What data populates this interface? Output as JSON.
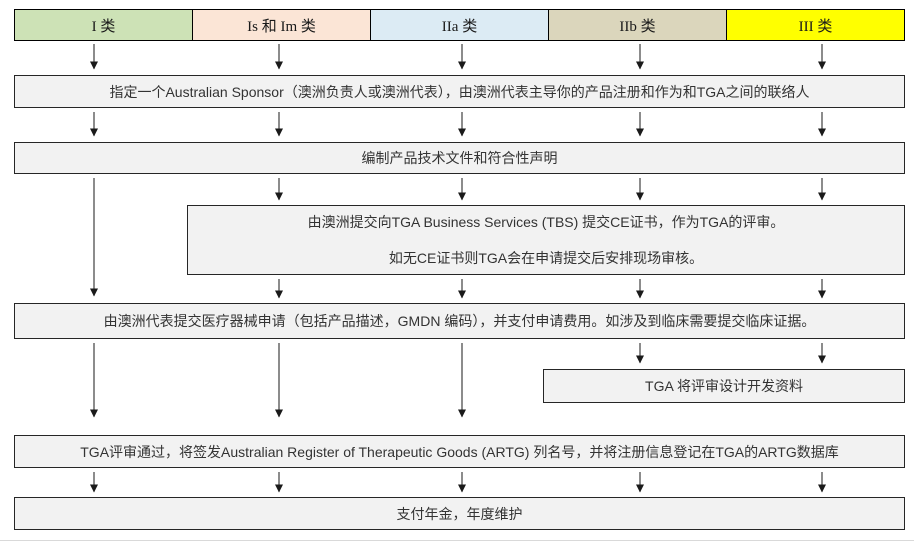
{
  "colors": {
    "background": "#ffffff",
    "step_fill": "#f2f2f2",
    "step_border": "#262626",
    "arrow": "#1a1a1a",
    "text": "#333333",
    "class_i": "#cde2b6",
    "class_is_im": "#fbe5d6",
    "class_iia": "#dcebf4",
    "class_iib": "#dbd6bc",
    "class_iii": "#ffff00"
  },
  "headers": [
    {
      "label": "I 类",
      "color": "#cde2b6"
    },
    {
      "label": "Is 和 Im 类",
      "color": "#fbe5d6"
    },
    {
      "label": "IIa 类",
      "color": "#dcebf4"
    },
    {
      "label": "IIb 类",
      "color": "#dbd6bc"
    },
    {
      "label": "III 类",
      "color": "#ffff00"
    }
  ],
  "steps": {
    "sponsor": "指定一个Australian Sponsor（澳洲负责人或澳洲代表），由澳洲代表主导你的产品注册和作为和TGA之间的联络人",
    "technical_file": "编制产品技术文件和符合性声明",
    "tbs_line1": "由澳洲提交向TGA Business Services (TBS) 提交CE证书，作为TGA的评审。",
    "tbs_line2": "如无CE证书则TGA会在申请提交后安排现场审核。",
    "application": "由澳洲代表提交医疗器械申请（包括产品描述，GMDN 编码），并支付申请费用。如涉及到临床需要提交临床证据。",
    "design_review": "TGA 将评审设计开发资料",
    "artg_listing": "TGA评审通过，将签发Australian Register of Therapeutic Goods (ARTG) 列名号，并将注册信息登记在TGA的ARTG数据库",
    "annual_fee": "支付年金，年度维护"
  },
  "connections": [
    {
      "from": "class-headers",
      "to": "sponsor",
      "columns": [
        1,
        2,
        3,
        4,
        5
      ]
    },
    {
      "from": "sponsor",
      "to": "technical_file",
      "columns": [
        1,
        2,
        3,
        4,
        5
      ]
    },
    {
      "from": "technical_file",
      "to": "tbs_ce_review",
      "columns": [
        2,
        3,
        4,
        5
      ]
    },
    {
      "from": "technical_file",
      "to": "application",
      "columns": [
        1
      ]
    },
    {
      "from": "tbs_ce_review",
      "to": "application",
      "columns": [
        2,
        3,
        4,
        5
      ]
    },
    {
      "from": "application",
      "to": "design_review",
      "columns": [
        4,
        5
      ]
    },
    {
      "from": "application",
      "to": "artg_listing",
      "columns": [
        1,
        2,
        3
      ]
    },
    {
      "from": "artg_listing",
      "to": "annual_fee",
      "columns": [
        1,
        2,
        3,
        4,
        5
      ]
    }
  ]
}
